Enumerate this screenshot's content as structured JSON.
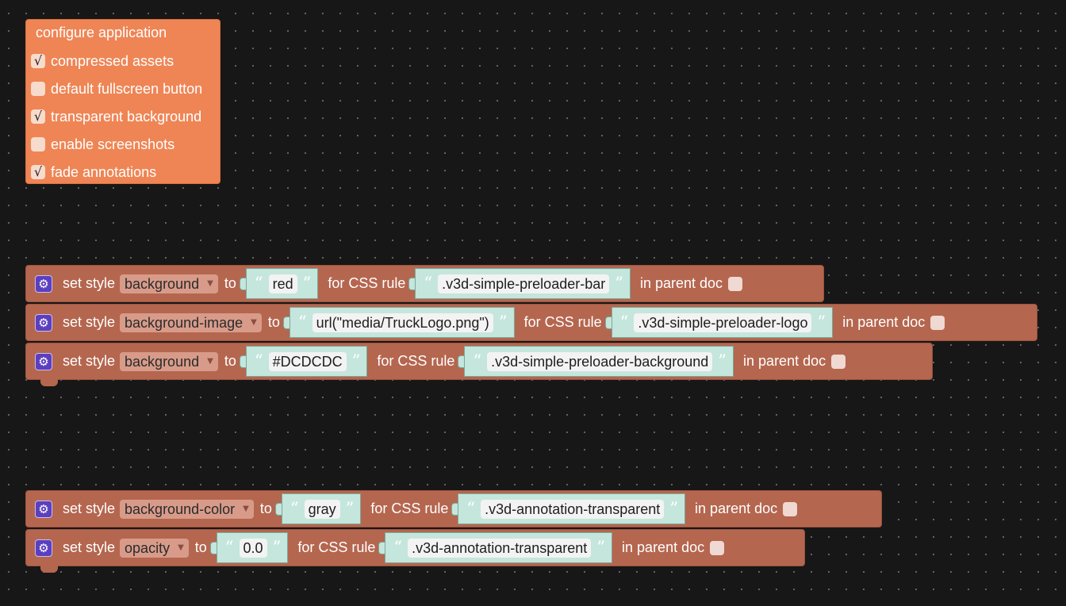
{
  "config": {
    "title": "configure application",
    "options": [
      {
        "label": "compressed assets",
        "checked": true,
        "mark": "√"
      },
      {
        "label": "default fullscreen button",
        "checked": false,
        "mark": ""
      },
      {
        "label": "transparent background",
        "checked": true,
        "mark": "√"
      },
      {
        "label": "enable screenshots",
        "checked": false,
        "mark": ""
      },
      {
        "label": "fade annotations",
        "checked": true,
        "mark": "√"
      }
    ]
  },
  "labels": {
    "set_style": "set style",
    "to": "to",
    "for_css_rule": "for CSS rule",
    "in_parent_doc": "in parent doc",
    "open_quote": "“",
    "close_quote": "”",
    "caret": "▼",
    "gear_glyph": "⚙"
  },
  "rows": [
    {
      "property": "background",
      "value": "red",
      "rule": ".v3d-simple-preloader-bar",
      "in_parent_doc": false
    },
    {
      "property": "background-image",
      "value": "url(\"media/TruckLogo.png\")",
      "rule": ".v3d-simple-preloader-logo",
      "in_parent_doc": false
    },
    {
      "property": "background",
      "value": "#DCDCDC",
      "rule": ".v3d-simple-preloader-background",
      "in_parent_doc": false
    },
    {
      "property": "background-color",
      "value": "gray",
      "rule": ".v3d-annotation-transparent",
      "in_parent_doc": false
    },
    {
      "property": "opacity",
      "value": "0.0",
      "rule": ".v3d-annotation-transparent",
      "in_parent_doc": false
    }
  ],
  "colors": {
    "workspace": "#171717",
    "config_block": "#ef8555",
    "style_block": "#b5664f",
    "string_block": "#c5e6dc",
    "gear_icon": "#5c3fbf"
  },
  "icons": {
    "block_menu": "gear-icon",
    "dropdown": "chevron-down-icon"
  }
}
